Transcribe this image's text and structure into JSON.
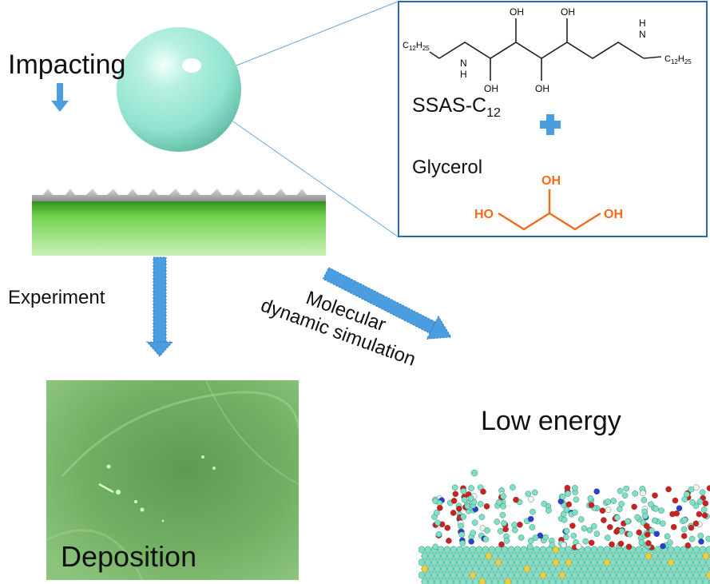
{
  "labels": {
    "impacting": "Impacting",
    "experiment": "Experiment",
    "md_line1": "Molecular",
    "md_line2": "dynamic simulation",
    "low_energy": "Low energy",
    "deposition": "Deposition",
    "glycerol": "Glycerol",
    "ssas_prefix": "SSAS-C",
    "ssas_sub": "12"
  },
  "structure": {
    "oh": "OH",
    "nh": "N",
    "h": "H",
    "c12h25_c": "C",
    "c12h25_12": "12",
    "c12h25_h": "H",
    "c12h25_25": "25",
    "glycerol_ho": "HO",
    "glycerol_oh": "OH"
  },
  "colors": {
    "droplet": "#8fe3cf",
    "arrow": "#4a9ee0",
    "box_border": "#2e6aa8",
    "glycerol": "#f26a1b",
    "plus": "#4a9ee0",
    "substrate": "#5fc03a",
    "photo": "#7fb86c"
  }
}
